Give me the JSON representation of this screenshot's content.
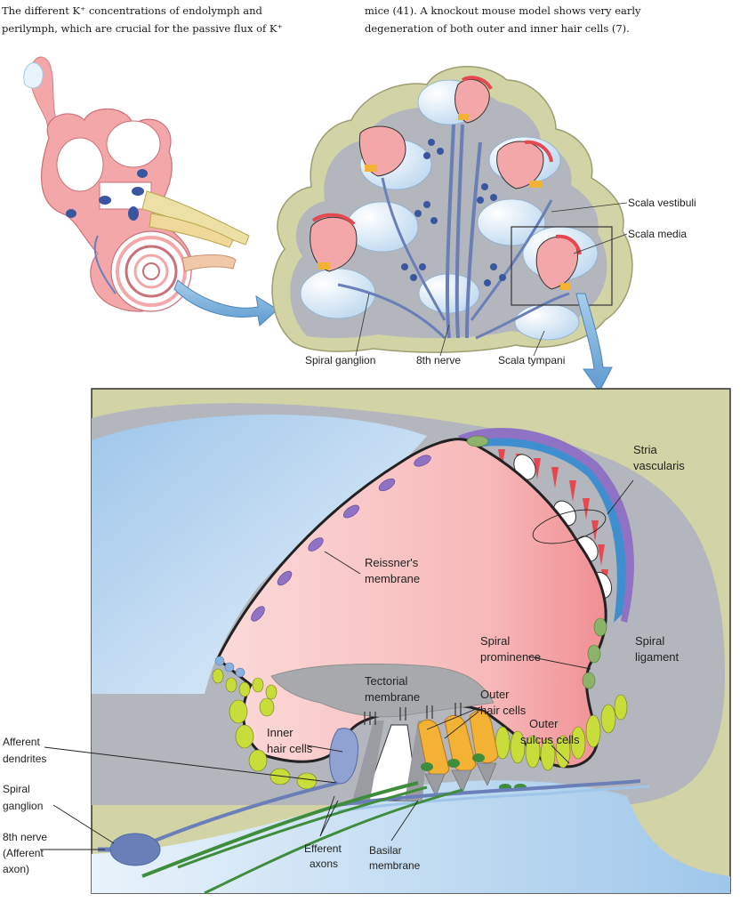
{
  "body_text": {
    "left_lines": [
      "The different K⁺ concentrations of endolymph and",
      "perilymph, which are crucial for the passive flux of K⁺"
    ],
    "right_lines": [
      "mice (41). A knockout mouse model shows very early",
      "degeneration of both outer and inner hair cells (7)."
    ]
  },
  "cross_section": {
    "labels": {
      "scala_vestibuli": "Scala vestibuli",
      "scala_media": "Scala media",
      "spiral_ganglion": "Spiral ganglion",
      "nerve_8th": "8th nerve",
      "scala_tympani": "Scala tympani"
    }
  },
  "organ_of_corti": {
    "labels": {
      "stria_vascularis": [
        "Stria",
        "vascularis"
      ],
      "reissners_membrane": [
        "Reissner's",
        "membrane"
      ],
      "spiral_prominence": [
        "Spiral",
        "prominence"
      ],
      "spiral_ligament": [
        "Spiral",
        "ligament"
      ],
      "tectorial_membrane": [
        "Tectorial",
        "membrane"
      ],
      "outer_hair_cells": [
        "Outer",
        "hair cells"
      ],
      "inner_hair_cells": [
        "Inner",
        "hair cells"
      ],
      "outer_sulcus_cells": [
        "Outer",
        "sulcus cells"
      ],
      "afferent_dendrites": [
        "Afferent",
        "dendrites"
      ],
      "spiral_ganglion": [
        "Spiral",
        "ganglion"
      ],
      "nerve_8th": [
        "8th nerve",
        "(Afferent",
        "axon)"
      ],
      "efferent_axons": [
        "Efferent",
        "axons"
      ],
      "basilar_membrane": [
        "Basilar",
        "membrane"
      ]
    }
  },
  "colors": {
    "endolymph_pink": "#f4a7a9",
    "perilymph_blue": "#b9d6ee",
    "bone_olive": "#d3d4a6",
    "tissue_gray": "#b4b6bd",
    "nerve_blue": "#6a7fb8",
    "axon_green": "#3f8d3c",
    "support_yellow": "#c9dd3a",
    "hair_cell_orange": "#f3b233",
    "stria_blue": "#3f8fd0",
    "stria_purple": "#8f72c4",
    "arrow_blue": "#7fb3dc"
  }
}
